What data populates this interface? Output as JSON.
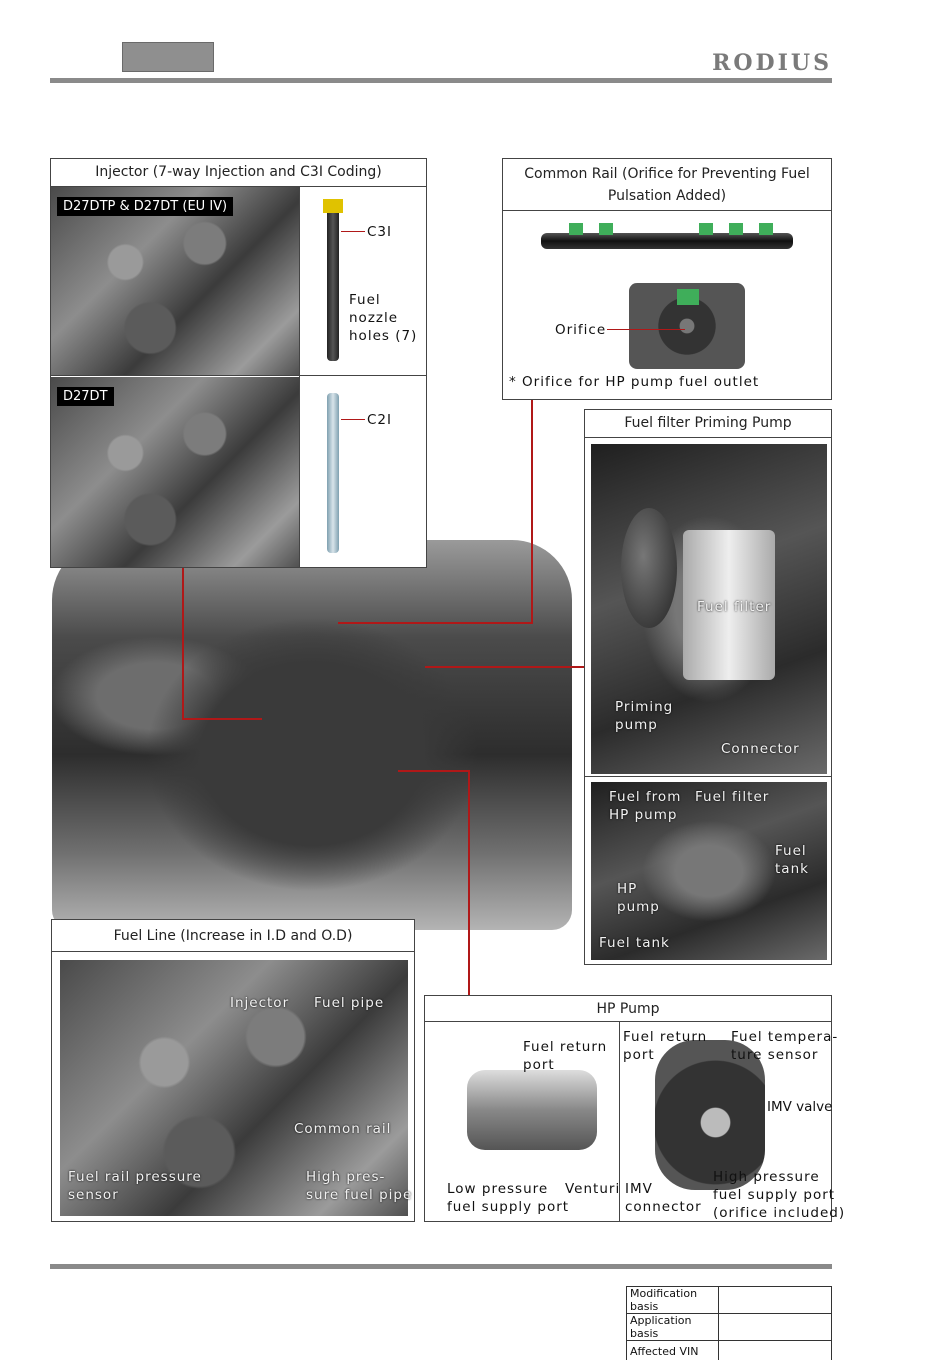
{
  "header": {
    "brand": "RODIUS"
  },
  "injector": {
    "title": "Injector (7-way Injection and C3I Coding)",
    "top_variant": "D27DTP & D27DT (EU IV)",
    "bottom_variant": "D27DT",
    "c3i_label": "C3I",
    "nozzle_label_lines": [
      "Fuel",
      "nozzle",
      "holes (7)"
    ],
    "c2i_label": "C2I"
  },
  "common_rail": {
    "title_lines": [
      "Common Rail (Orifice for Preventing Fuel",
      "Pulsation Added)"
    ],
    "orifice_label": "Orifice",
    "note": "* Orifice for HP pump fuel outlet"
  },
  "priming_pump": {
    "title": "Fuel filter Priming Pump",
    "fuel_filter": "Fuel filter",
    "priming_pump_lines": [
      "Priming",
      "pump"
    ],
    "connector": "Connector",
    "fuel_from_hp_lines": [
      "Fuel from",
      "HP pump"
    ],
    "fuel_filter_2": "Fuel filter",
    "fuel_tank_lines": [
      "Fuel",
      "tank"
    ],
    "hp_pump_lines": [
      "HP",
      "pump"
    ],
    "fuel_tank": "Fuel tank"
  },
  "fuel_line": {
    "title": "Fuel Line (Increase in I.D and O.D)",
    "injector": "Injector",
    "fuel_pipe": "Fuel pipe",
    "common_rail": "Common rail",
    "fuel_rail_sensor_lines": [
      "Fuel rail pressure",
      "sensor"
    ],
    "high_pressure_pipe_lines": [
      "High pres-",
      "sure fuel pipe"
    ]
  },
  "hp_pump": {
    "title": "HP Pump",
    "fuel_return_port_left_lines": [
      "Fuel return",
      "port"
    ],
    "low_pressure_lines": [
      "Low pressure",
      "fuel supply port"
    ],
    "venturi": "Venturi",
    "fuel_return_port_right_lines": [
      "Fuel return",
      "port"
    ],
    "fuel_temp_sensor_lines": [
      "Fuel tempera-",
      "ture sensor"
    ],
    "imv_valve": "IMV valve",
    "imv_connector_lines": [
      "IMV",
      "connector"
    ],
    "high_pressure_port_lines": [
      "High pressure",
      "fuel supply port",
      "(orifice included)"
    ]
  },
  "footer_table": {
    "rows": [
      {
        "label": "Modification basis",
        "value": ""
      },
      {
        "label": "Application basis",
        "value": ""
      },
      {
        "label": "Affected VIN",
        "value": ""
      }
    ]
  }
}
